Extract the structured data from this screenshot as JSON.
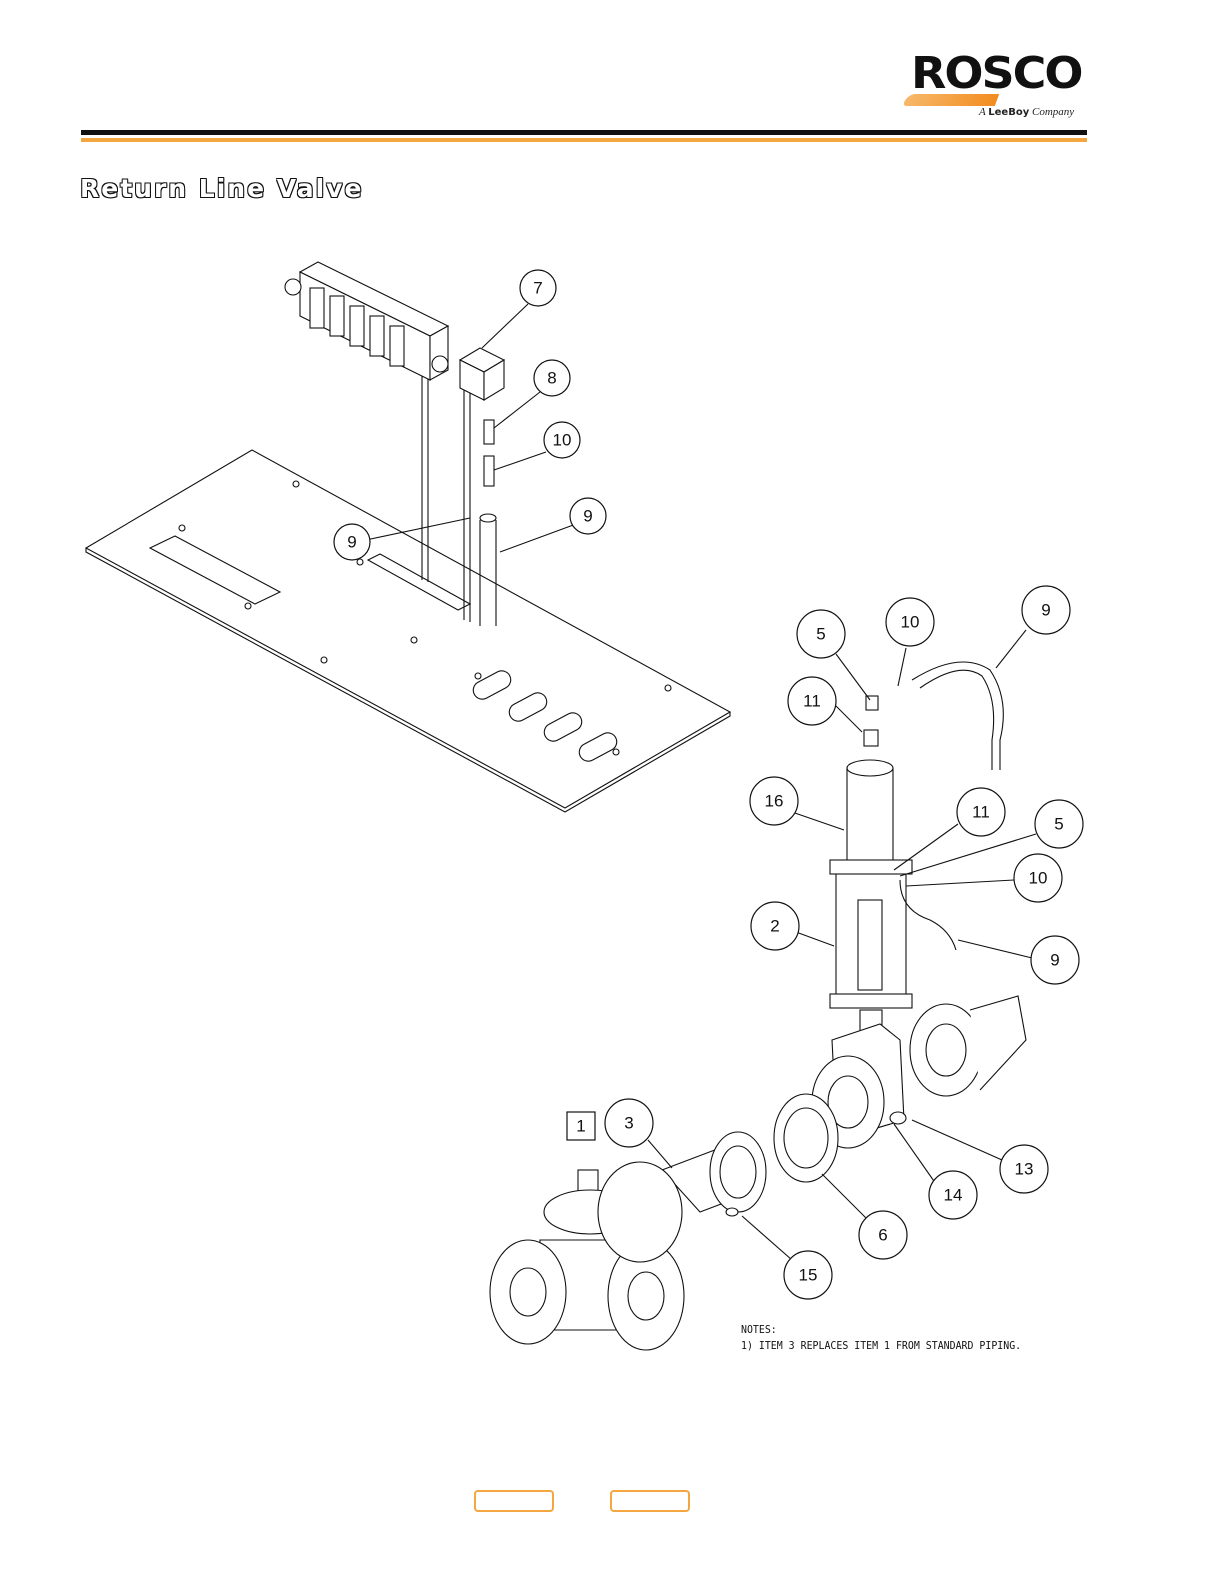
{
  "logo": {
    "word": "ROSCO",
    "tagline_prefix": "A",
    "tagline_brand": "LeeBoy",
    "tagline_suffix": "Company"
  },
  "page_title": "Return Line Valve",
  "callouts": [
    {
      "label": "7"
    },
    {
      "label": "8"
    },
    {
      "label": "10"
    },
    {
      "label": "9"
    },
    {
      "label": "9"
    },
    {
      "label": "5"
    },
    {
      "label": "10"
    },
    {
      "label": "9"
    },
    {
      "label": "11"
    },
    {
      "label": "16"
    },
    {
      "label": "11"
    },
    {
      "label": "5"
    },
    {
      "label": "10"
    },
    {
      "label": "2"
    },
    {
      "label": "9"
    },
    {
      "label": "3"
    },
    {
      "label": "13"
    },
    {
      "label": "14"
    },
    {
      "label": "6"
    },
    {
      "label": "15"
    }
  ],
  "note_box": "1",
  "notes": {
    "heading": "NOTES:",
    "line1": "1) ITEM 3 REPLACES ITEM 1 FROM STANDARD PIPING."
  },
  "nav": {
    "prev_label": "",
    "next_label": ""
  }
}
